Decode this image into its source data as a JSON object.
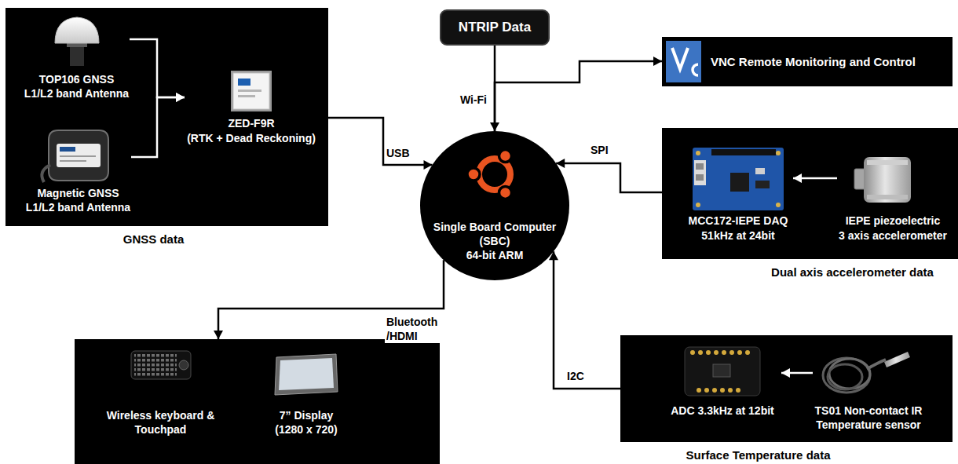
{
  "diagram": {
    "nodes": [
      {
        "text": [
          "GNSS data"
        ]
      },
      {
        "text": [
          "TOP106 GNSS L1/L2 band Antenna"
        ],
        "in": 0
      },
      {
        "text": [
          "Magnetic GNSS L1/L2 band Antenna"
        ],
        "in": 0
      },
      {
        "text": [
          "ZED-F9R",
          "(RTK + Dead Reckoning)"
        ],
        "in": 0
      },
      {
        "text": [
          "NTRIP Data"
        ]
      },
      {
        "text": [
          "VNC Remote Monitoring and Control"
        ]
      },
      {
        "text": [
          "Single Board Computer (SBC)",
          "64-bit ARM"
        ]
      },
      {
        "text": [
          "Dual axis accelerometer data"
        ]
      },
      {
        "text": [
          "MCC172-IEPE DAQ",
          "51kHz at 24bit"
        ],
        "in": 7
      },
      {
        "text": [
          "IEPE piezoelectric",
          "3 axis accelerometer"
        ],
        "in": 7
      },
      {
        "text": []
      },
      {
        "text": [
          "Wireless keyboard & Touchpad"
        ],
        "in": 10
      },
      {
        "text": [
          "7” Display (1280 x 720)"
        ],
        "in": 10
      },
      {
        "text": [
          "Surface Temperature data"
        ]
      },
      {
        "text": [
          "ADC 3.3kHz at 12bit"
        ],
        "in": 13
      },
      {
        "text": [
          "TS01 Non-contact IR Temperature sensor"
        ],
        "in": 13
      }
    ],
    "edges": [
      {
        "from": 1,
        "to": 3,
        "arrow": "to"
      },
      {
        "from": 2,
        "to": 3,
        "arrow": "to"
      },
      {
        "from": 0,
        "to": 6,
        "label": "USB",
        "arrow": "to"
      },
      {
        "from": 4,
        "to": 6,
        "label": "Wi-Fi",
        "arrow": "to"
      },
      {
        "from": 6,
        "to": 5,
        "arrow": "to"
      },
      {
        "from": 7,
        "to": 6,
        "label": "SPI",
        "arrow": "to"
      },
      {
        "from": 6,
        "to": 10,
        "label": "Bluetooth /HDMI",
        "arrow": "to"
      },
      {
        "from": 13,
        "to": 6,
        "label": "I2C",
        "arrow": "to"
      },
      {
        "from": 9,
        "to": 8,
        "arrow": "to"
      },
      {
        "from": 15,
        "to": 14,
        "arrow": "to"
      }
    ]
  }
}
